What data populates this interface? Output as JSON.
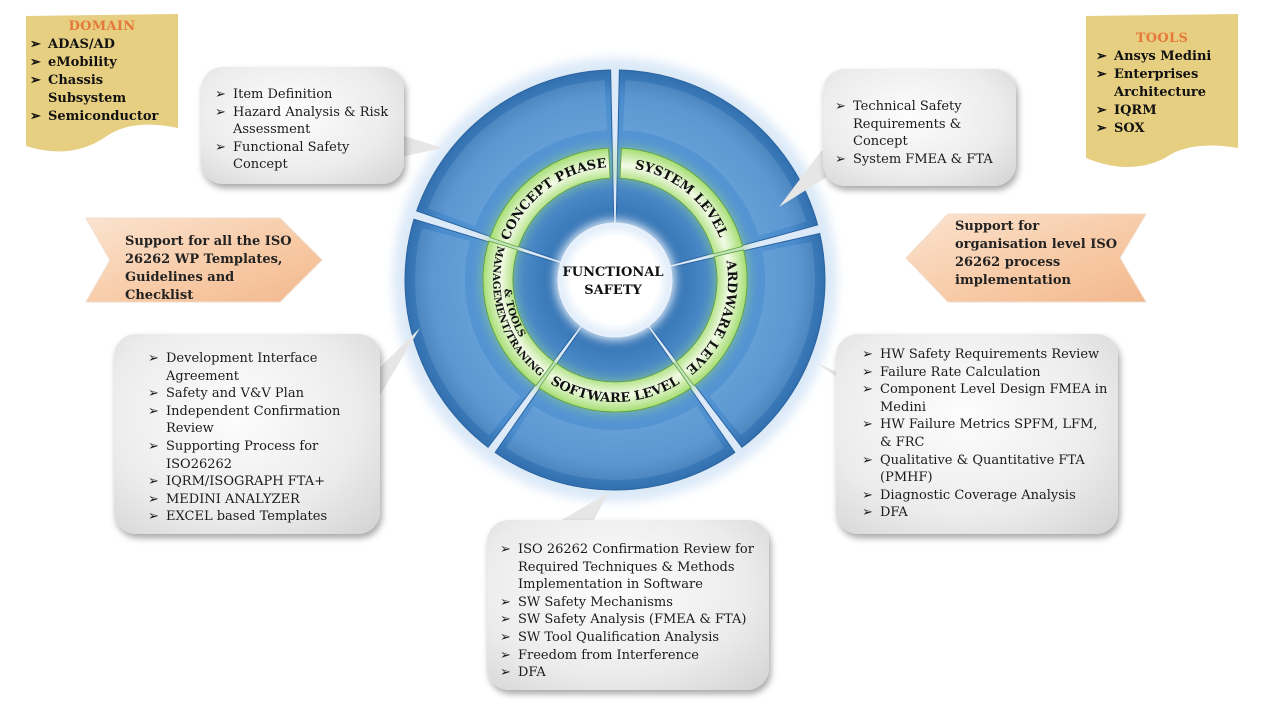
{
  "center": {
    "line1": "FUNCTIONAL",
    "line2": "SAFETY"
  },
  "phases": [
    {
      "id": "concept",
      "label": "CONCEPT PHASE"
    },
    {
      "id": "system",
      "label": "SYSTEM LEVEL"
    },
    {
      "id": "hardware",
      "label": "HARDWARE LEVEL"
    },
    {
      "id": "software",
      "label": "SOFTWARE LEVEL"
    },
    {
      "id": "management",
      "label": "MANAGEMENT/TRANING",
      "label2": "& TOOLS"
    }
  ],
  "domain_note": {
    "title": "DOMAIN",
    "items": [
      "ADAS/AD",
      "eMobility",
      "Chassis Subsystem",
      "Semiconductor"
    ]
  },
  "tools_note": {
    "title": "TOOLS",
    "items": [
      "Ansys Medini",
      "Enterprises Architecture",
      "IQRM",
      "SOX"
    ]
  },
  "banners": {
    "left": "Support for all the ISO 26262 WP Templates, Guidelines and Checklist",
    "right": "Support for organisation level ISO 26262 process implementation"
  },
  "callouts": {
    "concept": [
      "Item Definition",
      "Hazard Analysis & Risk Assessment",
      "Functional Safety Concept"
    ],
    "system": [
      "Technical Safety Requirements & Concept",
      "System FMEA & FTA"
    ],
    "management": [
      "Development Interface Agreement",
      "Safety and V&V Plan",
      "Independent Confirmation Review",
      "Supporting Process for ISO26262",
      "IQRM/ISOGRAPH FTA+",
      "MEDINI ANALYZER",
      "EXCEL based Templates"
    ],
    "hardware": [
      "HW Safety Requirements Review",
      "Failure Rate Calculation",
      "Component Level Design FMEA in Medini",
      "HW Failure Metrics SPFM, LFM, & FRC",
      "Qualitative & Quantitative FTA (PMHF)",
      "Diagnostic Coverage Analysis",
      "DFA"
    ],
    "software": [
      "ISO 26262 Confirmation Review for Required Techniques & Methods Implementation in Software",
      "SW Safety Mechanisms",
      "SW Safety Analysis (FMEA & FTA)",
      "SW Tool Qualification Analysis",
      "Freedom from Interference",
      "DFA"
    ]
  },
  "bullet_glyph": "➢",
  "colors": {
    "wheel_blue": "#4f8fcc",
    "ring_green": "#b9e68a",
    "note_gold": "#e9d285",
    "note_title": "#e4793a",
    "banner_peach": "#f7c9a4"
  }
}
